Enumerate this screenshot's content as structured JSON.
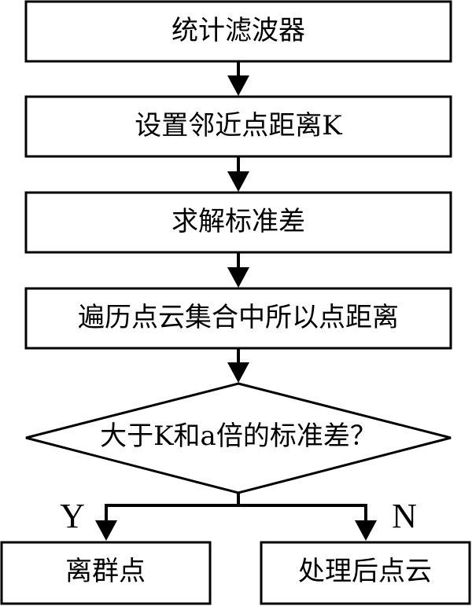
{
  "diagram": {
    "steps": [
      {
        "id": "statistical-filter",
        "label": "统计滤波器"
      },
      {
        "id": "set-neighbor-distance",
        "label": "设置邻近点距离K"
      },
      {
        "id": "solve-std-dev",
        "label": "求解标准差"
      },
      {
        "id": "traverse-distances",
        "label": "遍历点云集合中所以点距离"
      }
    ],
    "decision": {
      "label": "大于K和a倍的标准差？"
    },
    "branches": {
      "yes": {
        "tag": "Y",
        "result": "离群点"
      },
      "no": {
        "tag": "N",
        "result": "处理后点云"
      }
    }
  }
}
